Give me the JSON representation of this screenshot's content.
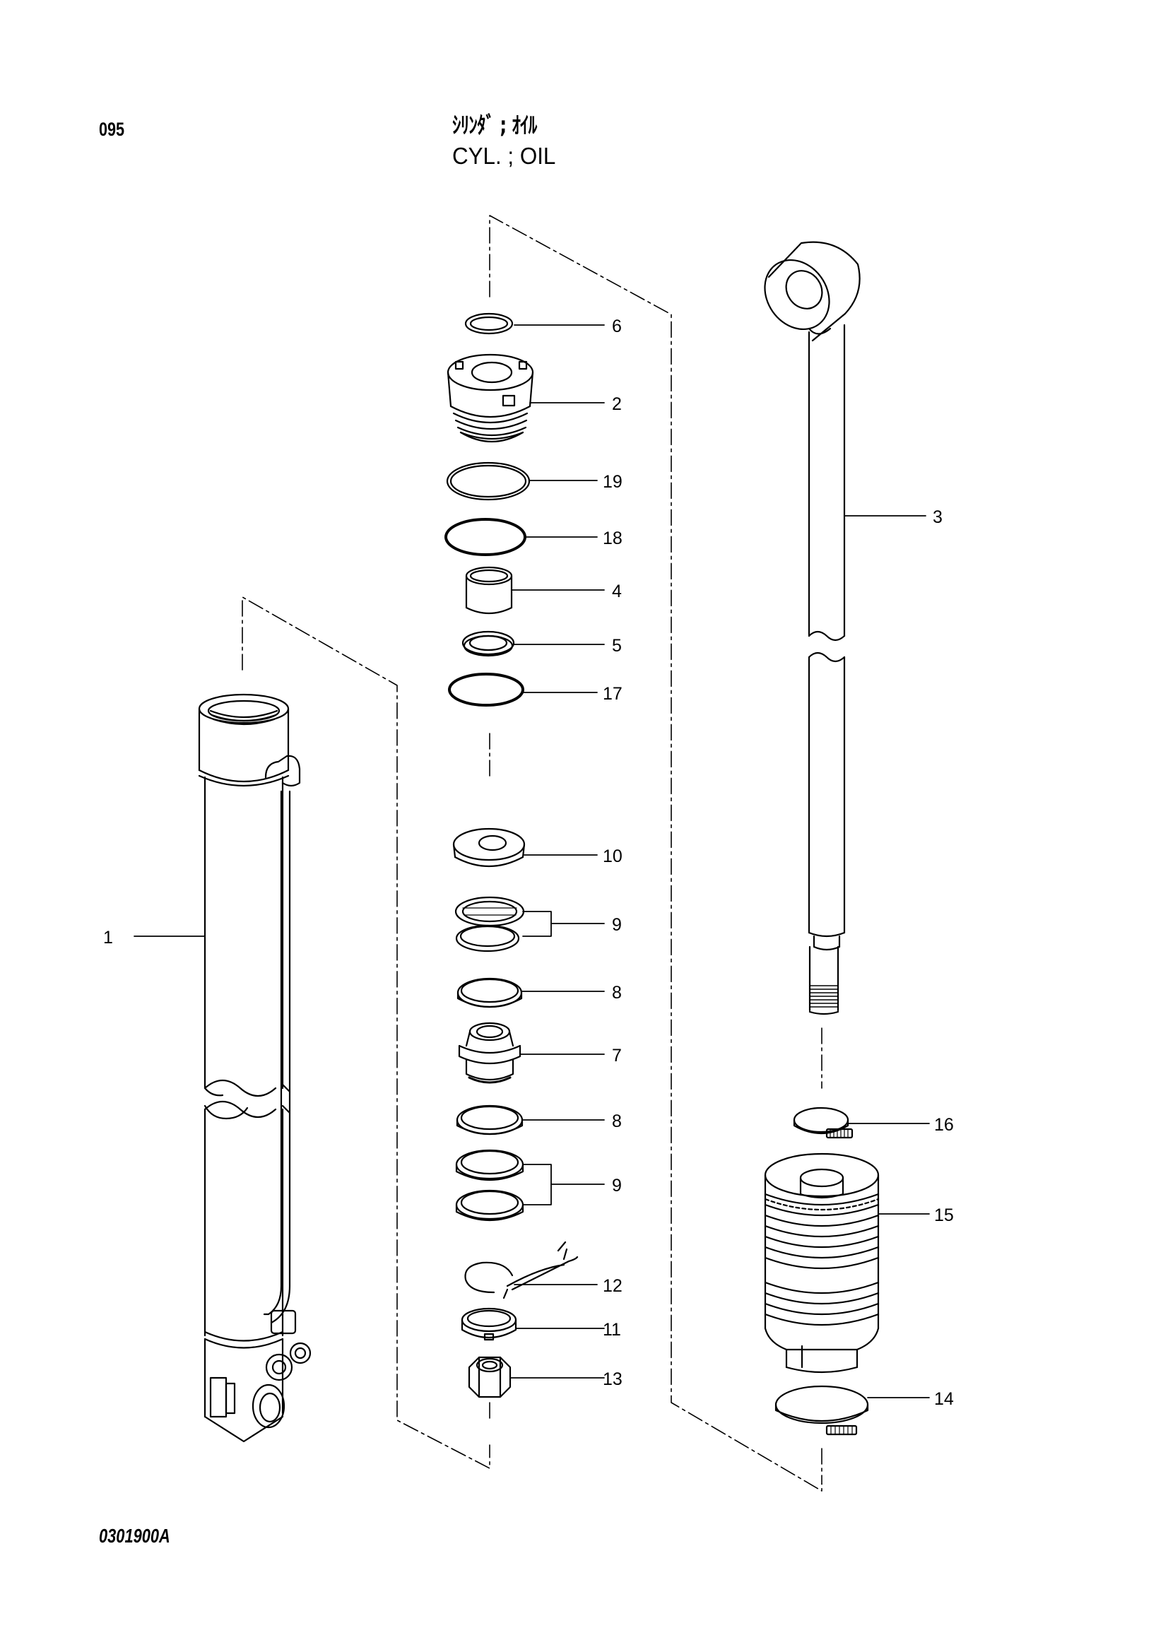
{
  "header": {
    "page_number": "095",
    "title_jp": "ｼﾘﾝﾀﾞ ; ｵｲﾙ",
    "title_en": "CYL. ; OIL"
  },
  "footer": {
    "drawing_code": "0301900A"
  },
  "callouts": [
    "1",
    "2",
    "3",
    "4",
    "5",
    "6",
    "7",
    "8",
    "8",
    "9",
    "9",
    "10",
    "11",
    "12",
    "13",
    "14",
    "15",
    "16",
    "17",
    "18",
    "19"
  ]
}
